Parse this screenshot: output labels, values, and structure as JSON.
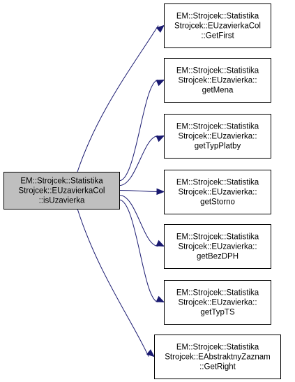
{
  "diagram": {
    "source": {
      "lines": [
        "EM::Strojcek::Statistika",
        "Strojcek::EUzavierkaCol",
        "::isUzavierka"
      ]
    },
    "targets": [
      {
        "lines": [
          "EM::Strojcek::Statistika",
          "Strojcek::EUzavierkaCol",
          "::GetFirst"
        ]
      },
      {
        "lines": [
          "EM::Strojcek::Statistika",
          "Strojcek::EUzavierka::",
          "getMena"
        ]
      },
      {
        "lines": [
          "EM::Strojcek::Statistika",
          "Strojcek::EUzavierka::",
          "getTypPlatby"
        ]
      },
      {
        "lines": [
          "EM::Strojcek::Statistika",
          "Strojcek::EUzavierka::",
          "getStorno"
        ]
      },
      {
        "lines": [
          "EM::Strojcek::Statistika",
          "Strojcek::EUzavierka::",
          "getBezDPH"
        ]
      },
      {
        "lines": [
          "EM::Strojcek::Statistika",
          "Strojcek::EUzavierka::",
          "getTypTS"
        ]
      },
      {
        "lines": [
          "EM::Strojcek::Statistika",
          "Strojcek::EAbstraktnyZaznam",
          "::GetRight"
        ]
      }
    ],
    "colors": {
      "edge": "#191970",
      "source_fill": "#bfbfbf",
      "node_fill": "#ffffff",
      "border": "#000000"
    }
  }
}
